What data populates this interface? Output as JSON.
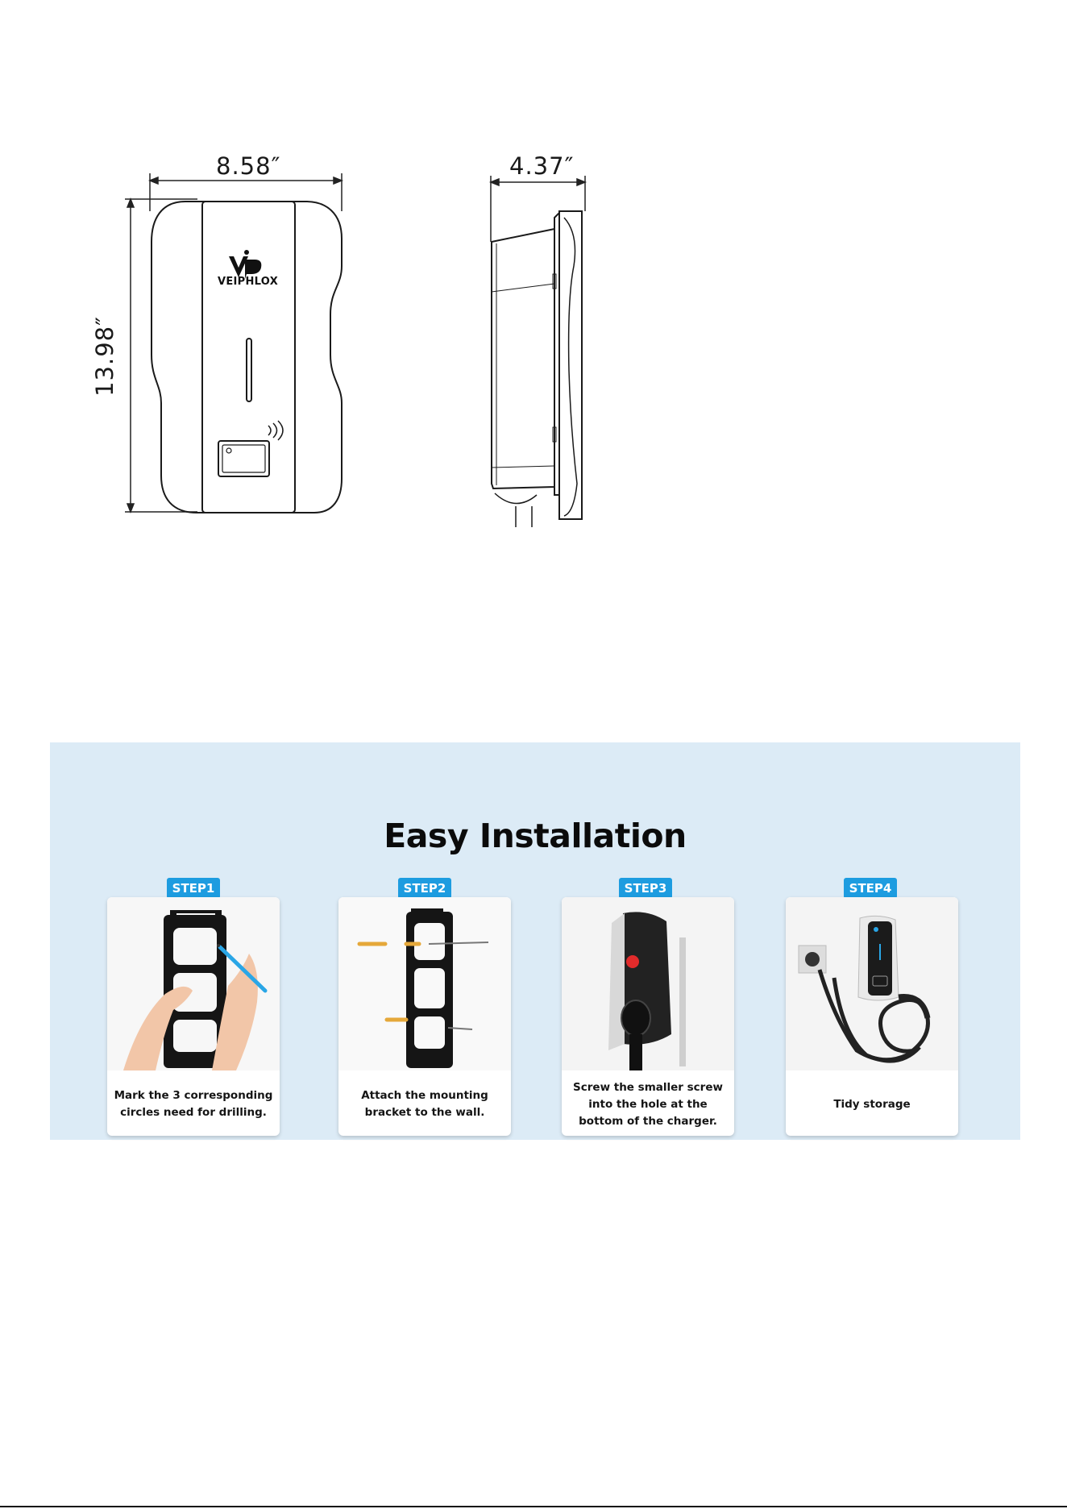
{
  "dimensions": {
    "width": "8.58″",
    "depth": "4.37″",
    "height": "13.98″"
  },
  "brand": {
    "logo_text": "VEIPHLOX"
  },
  "installation": {
    "title": "Easy Installation",
    "steps": [
      {
        "badge": "STEP1",
        "caption": "Mark the 3 corresponding circles need for drilling."
      },
      {
        "badge": "STEP2",
        "caption": "Attach the mounting bracket to the wall."
      },
      {
        "badge": "STEP3",
        "caption": "Screw the smaller screw into the hole at the bottom of the charger."
      },
      {
        "badge": "STEP4",
        "caption": "Tidy storage"
      }
    ]
  },
  "colors": {
    "background": "#ffffff",
    "install_panel": "#dcebf6",
    "badge": "#1d9ce0",
    "accent_blue": "#2aa6e6"
  }
}
